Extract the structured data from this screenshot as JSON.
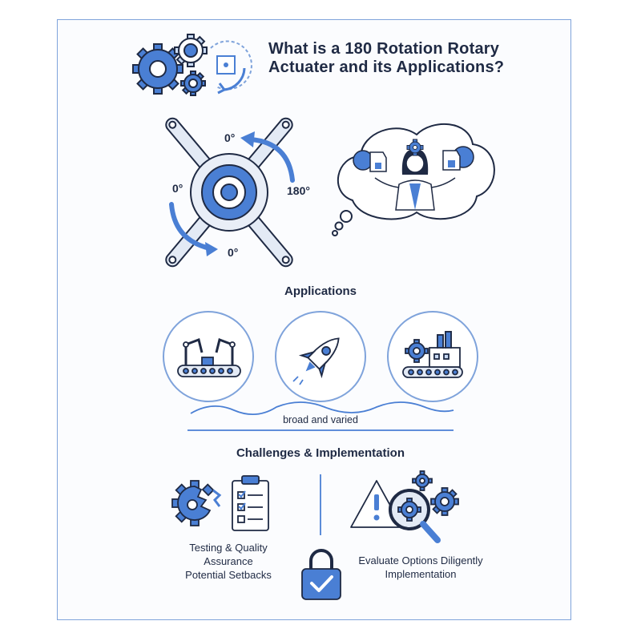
{
  "title": "What is a 180 Rotation Rotary Actuater and its Applications?",
  "diagram": {
    "angle_top": "0°",
    "angle_left": "0°",
    "angle_right": "180°",
    "angle_bottom": "0°"
  },
  "applications": {
    "heading": "Applications",
    "items": [
      {
        "icon": "robotic-arms-conveyor-icon"
      },
      {
        "icon": "rocket-icon"
      },
      {
        "icon": "factory-conveyor-icon"
      }
    ],
    "caption": "broad and varied"
  },
  "challenges": {
    "heading": "Challenges & Implementation",
    "left_lines": [
      "Testing & Quality",
      "Assurance",
      "Potential Setbacks"
    ],
    "right_lines": [
      "Evaluate Options Diligently",
      "Implementation"
    ]
  },
  "colors": {
    "accent": "#4a7fd4",
    "light_accent": "#c9dbf5",
    "border": "#7fa3db",
    "text": "#1f2a44"
  }
}
